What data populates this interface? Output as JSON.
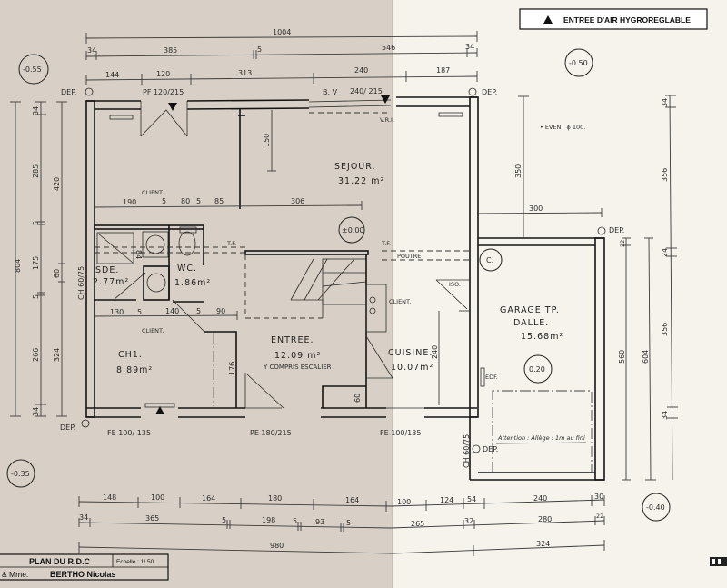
{
  "legend": {
    "icon": "triangle-up-icon",
    "label": "ENTREE D'AIR HYGROREGLABLE"
  },
  "title_block": {
    "plan": "PLAN DU R.D.C",
    "scale": "Echelle : 1/ 50",
    "client_prefix": "& Mme.",
    "client": "BERTHO Nicolas"
  },
  "levels": {
    "nw": "-0.55",
    "ne": "-0.50",
    "entree": "±0.00",
    "c": "C.",
    "garage": "0.20",
    "sw": "-0.35",
    "se": "-0.40"
  },
  "rooms": {
    "sejour": {
      "name": "SEJOUR.",
      "area": "31.22 m²"
    },
    "sde": {
      "name": "SDE.",
      "area": "2.77m²"
    },
    "wc": {
      "name": "WC.",
      "area": "1.86m²"
    },
    "ch1": {
      "name": "CH1.",
      "area": "8.89m²"
    },
    "entree": {
      "name": "ENTREE.",
      "area": "12.09 m²",
      "note": "Y COMPRIS ESCALIER"
    },
    "cuisine": {
      "name": "CUISINE.",
      "area": "10.07m²"
    },
    "garage": {
      "name": "GARAGE TP.",
      "sub": "DALLE.",
      "area": "15.68m²"
    }
  },
  "openings": {
    "pf_top": "PF 120/215",
    "bv": "B. V",
    "bv_size": "240/ 215",
    "vri": "V.R.I.",
    "fe_left": "FE 100/ 135",
    "pe": "PE 180/215",
    "fe_right": "FE 100/135",
    "ch_left": "CH 60/75",
    "ch_garage": "CH 60/75"
  },
  "annotations": {
    "dep": "DEP.",
    "client": "CLIENT.",
    "tf": "T.F.",
    "poutre": "POUTRE",
    "iso": "ISO.",
    "edf": "EDF.",
    "event": "• EVENT ϕ 100.",
    "attention": "Attention : Allège : 1m au fini"
  },
  "dimensions": {
    "top_total": "1004",
    "top_row2": [
      "34",
      "385",
      "5",
      "546",
      "34"
    ],
    "top_row3": [
      "144",
      "120",
      "313",
      "240",
      "187"
    ],
    "bottom_row1": [
      "148",
      "100",
      "164",
      "180",
      "164",
      "100",
      "124",
      "54",
      "240",
      "30"
    ],
    "bottom_row2": [
      "34",
      "365",
      "5",
      "198",
      "5",
      "93",
      "5",
      "265",
      "32",
      "280",
      "22"
    ],
    "bottom_row3": [
      "980",
      "324"
    ],
    "left_total": "804",
    "left_col2": [
      "34",
      "285",
      "5",
      "175",
      "5",
      "266",
      "34"
    ],
    "left_col3": [
      "420",
      "60",
      "324"
    ],
    "interior_top": [
      "190",
      "5",
      "80",
      "5",
      "85",
      "306"
    ],
    "interior_mid": [
      "130",
      "5",
      "140",
      "5",
      "90"
    ],
    "sejour_wall": "150",
    "sde_84": "84",
    "ch1_176": "176",
    "entree_60": "60",
    "cuisine_240": "240",
    "right_350": "350",
    "right_300": "300",
    "right_22": "22",
    "right_560": "560",
    "right_604": "604",
    "right_col": [
      "34",
      "356",
      "24",
      "356",
      "34"
    ]
  }
}
